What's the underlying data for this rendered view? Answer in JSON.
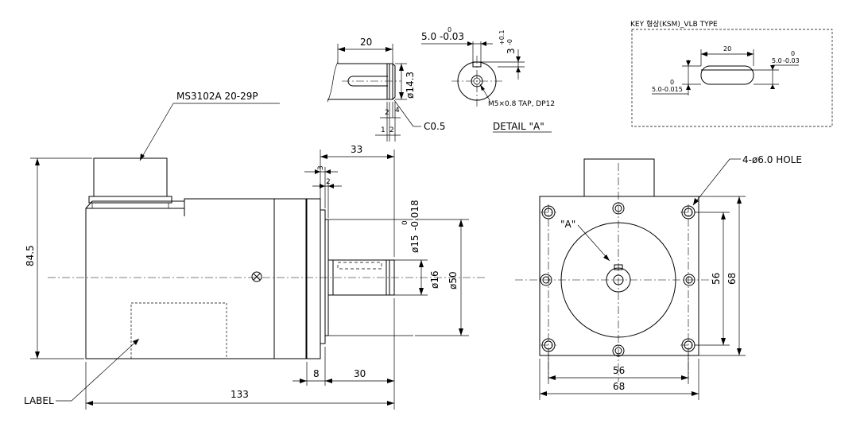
{
  "side_view": {
    "connector_label": "MS3102A 20-29P",
    "label_callout": "LABEL",
    "dims": {
      "height": "84.5",
      "overall_length": "133",
      "flange_thickness": "8",
      "shaft_length": "30",
      "shaft_projection": "33",
      "step_3": "3",
      "step_2": "2",
      "pilot_dia": "ø15",
      "pilot_tol_upper": "0",
      "pilot_tol_lower": "-0.018",
      "shaft_dia": "ø16",
      "flange_dia": "ø50"
    }
  },
  "front_view": {
    "hole_callout": "4-ø6.0 HOLE",
    "detail_ref": "\"A\"",
    "dims": {
      "inner_bolt_h": "56",
      "outer_h": "68",
      "inner_bolt_w": "56",
      "outer_w": "68"
    }
  },
  "detail_a": {
    "title": "DETAIL \"A\"",
    "length": "20",
    "dia": "ø14.3",
    "chamfer": "C0.5",
    "groove_2": "2",
    "groove_4": "4",
    "groove_1": "1",
    "groove_2b": "2",
    "key_width": "5.0",
    "key_width_tol_upper": "0",
    "key_width_tol_lower": "-0.03",
    "key_depth": "3",
    "key_depth_tol_upper": "+0.1",
    "key_depth_tol_lower": "-0",
    "tap_note": "M5×0.8 TAP, DP12"
  },
  "key_box": {
    "title": "KEY 형상(KSM)_VLB TYPE",
    "length": "20",
    "width": "5.0",
    "width_tol_upper": "0",
    "width_tol_lower": "-0.03",
    "height": "5.0",
    "height_tol_upper": "0",
    "height_tol_lower": "-0.015"
  }
}
